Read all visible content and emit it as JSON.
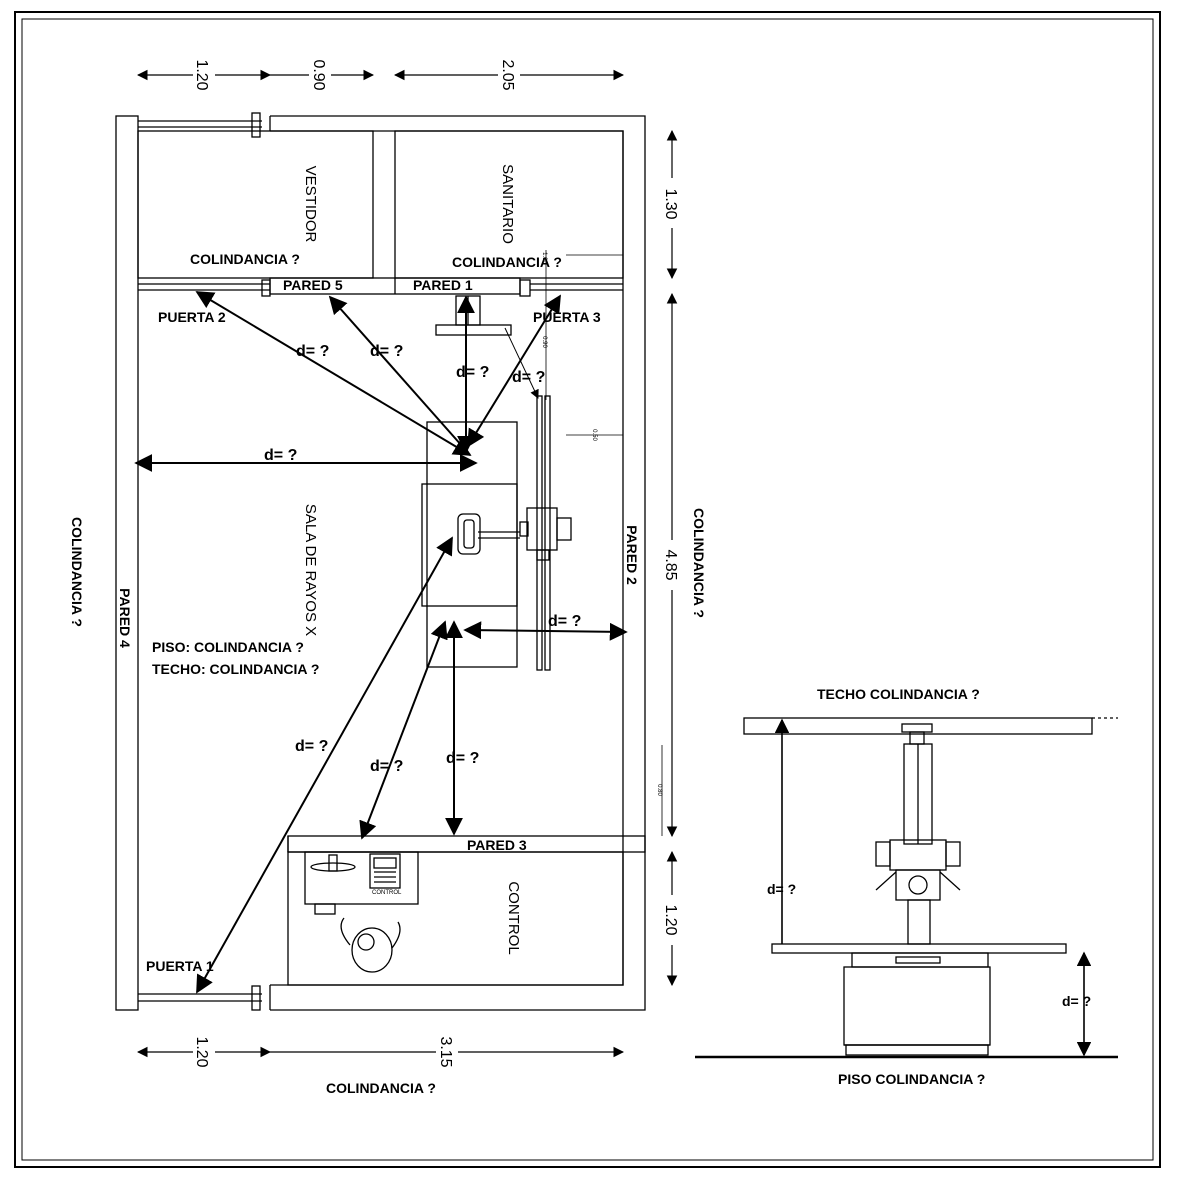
{
  "dimensions": {
    "top": [
      "1.20",
      "0.90",
      "2.05"
    ],
    "right": [
      "1.30",
      "4.85",
      "1.20"
    ],
    "bottom": [
      "1.20",
      "3.15"
    ],
    "small_right": [
      "0.50",
      "0.80"
    ],
    "small_left": [
      "1.00",
      "0.90"
    ]
  },
  "rooms": {
    "vestidor": "VESTIDOR",
    "sanitario": "SANITARIO",
    "sala": "SALA DE RAYOS X",
    "control": "CONTROL"
  },
  "walls": {
    "pared1": "PARED 1",
    "pared2": "PARED 2",
    "pared3": "PARED 3",
    "pared4": "PARED 4",
    "pared5": "PARED 5"
  },
  "doors": {
    "puerta1": "PUERTA 1",
    "puerta2": "PUERTA 2",
    "puerta3": "PUERTA 3"
  },
  "labels": {
    "colindancia_vestidor": "COLINDANCIA ?",
    "colindancia_sanitario": "COLINDANCIA ?",
    "colindancia_left": "COLINDANCIA ?",
    "colindancia_right": "COLINDANCIA ?",
    "colindancia_bottom": "COLINDANCIA ?",
    "piso": "PISO: COLINDANCIA ?",
    "techo": "TECHO: COLINDANCIA ?",
    "techo_section": "TECHO COLINDANCIA ?",
    "piso_section": "PISO COLINDANCIA ?",
    "console": "CONTROL"
  },
  "distance_label": "d= ?",
  "section_distance_label": "d= ?"
}
